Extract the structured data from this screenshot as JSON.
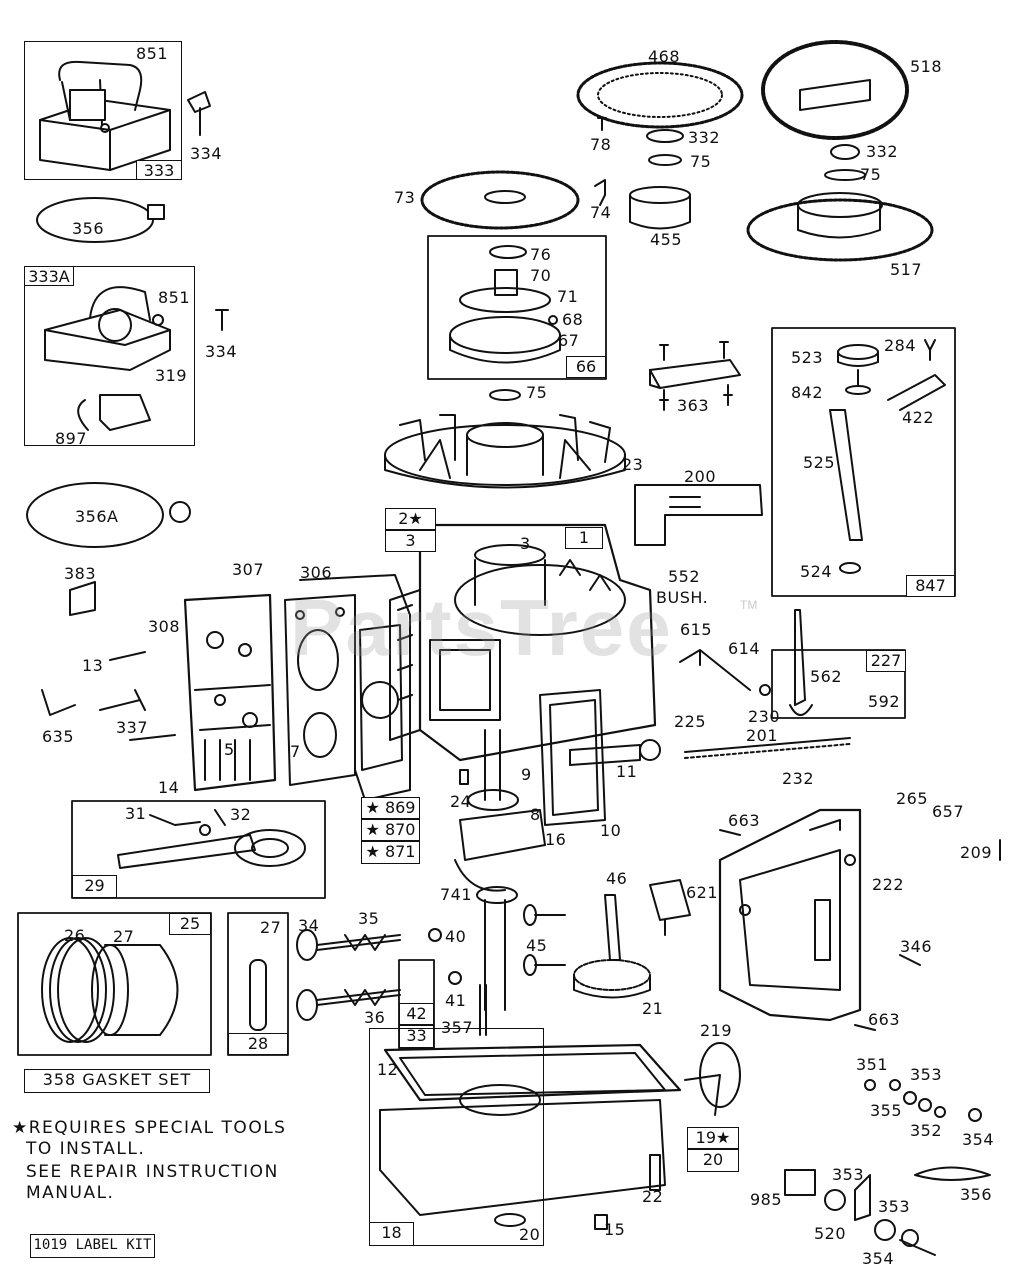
{
  "watermark": "PartsTree",
  "trademark": "TM",
  "notes": {
    "line1": "★REQUIRES SPECIAL TOOLS",
    "line2": "TO INSTALL.",
    "line3": "SEE REPAIR INSTRUCTION",
    "line4": "MANUAL."
  },
  "kits": {
    "gasket_set": "358 GASKET SET",
    "label_kit": "1019 LABEL KIT"
  },
  "group_boxes": {
    "b333": "333",
    "b333A": "333A",
    "b66": "66",
    "b847": "847",
    "b227": "227",
    "b29": "29",
    "b25": "25",
    "b28": "28",
    "b33": "33",
    "b18": "18",
    "b1": "1",
    "b2star": "2★",
    "b3": "3",
    "b869": "★ 869",
    "b870": "★ 870",
    "b871": "★ 871",
    "b19star": "19★",
    "b20": "20",
    "b42": "42"
  },
  "labels": {
    "l851a": "851",
    "l334a": "334",
    "l356": "356",
    "l851b": "851",
    "l334b": "334",
    "l319": "319",
    "l897": "897",
    "l356A": "356A",
    "l383": "383",
    "l308": "308",
    "l307": "307",
    "l306": "306",
    "l13": "13",
    "l635": "635",
    "l337": "337",
    "l5": "5",
    "l7": "7",
    "l14": "14",
    "l31": "31",
    "l32": "32",
    "l26": "26",
    "l27a": "27",
    "l27b": "27",
    "l34": "34",
    "l35": "35",
    "l40": "40",
    "l36": "36",
    "l41": "41",
    "l357": "357",
    "l468": "468",
    "l78": "78",
    "l332a": "332",
    "l75a": "75",
    "l518": "518",
    "l332b": "332",
    "l75b": "75",
    "l73": "73",
    "l74": "74",
    "l455": "455",
    "l517": "517",
    "l76": "76",
    "l70": "70",
    "l71": "71",
    "l68": "68",
    "l67": "67",
    "l75c": "75",
    "l363": "363",
    "l23": "23",
    "l523": "523",
    "l284": "284",
    "l842": "842",
    "l422": "422",
    "l525": "525",
    "l524": "524",
    "l200": "200",
    "l3b": "3",
    "l552": "552",
    "lbush": "BUSH.",
    "l615": "615",
    "l614": "614",
    "l225": "225",
    "l230": "230",
    "l562": "562",
    "l592": "592",
    "l201": "201",
    "l232": "232",
    "l9": "9",
    "l11": "11",
    "l24": "24",
    "l8": "8",
    "l10": "10",
    "l16": "16",
    "l663a": "663",
    "l265": "265",
    "l657": "657",
    "l209": "209",
    "l222": "222",
    "l741": "741",
    "l46": "46",
    "l621": "621",
    "l45": "45",
    "l346": "346",
    "l21": "21",
    "l219": "219",
    "l663b": "663",
    "l12": "12",
    "l351": "351",
    "l353a": "353",
    "l355": "355",
    "l352": "352",
    "l354a": "354",
    "l22": "22",
    "l356b": "356",
    "l985": "985",
    "l353b": "353",
    "l353c": "353",
    "l520": "520",
    "l354b": "354",
    "l20b": "20",
    "l15": "15"
  }
}
